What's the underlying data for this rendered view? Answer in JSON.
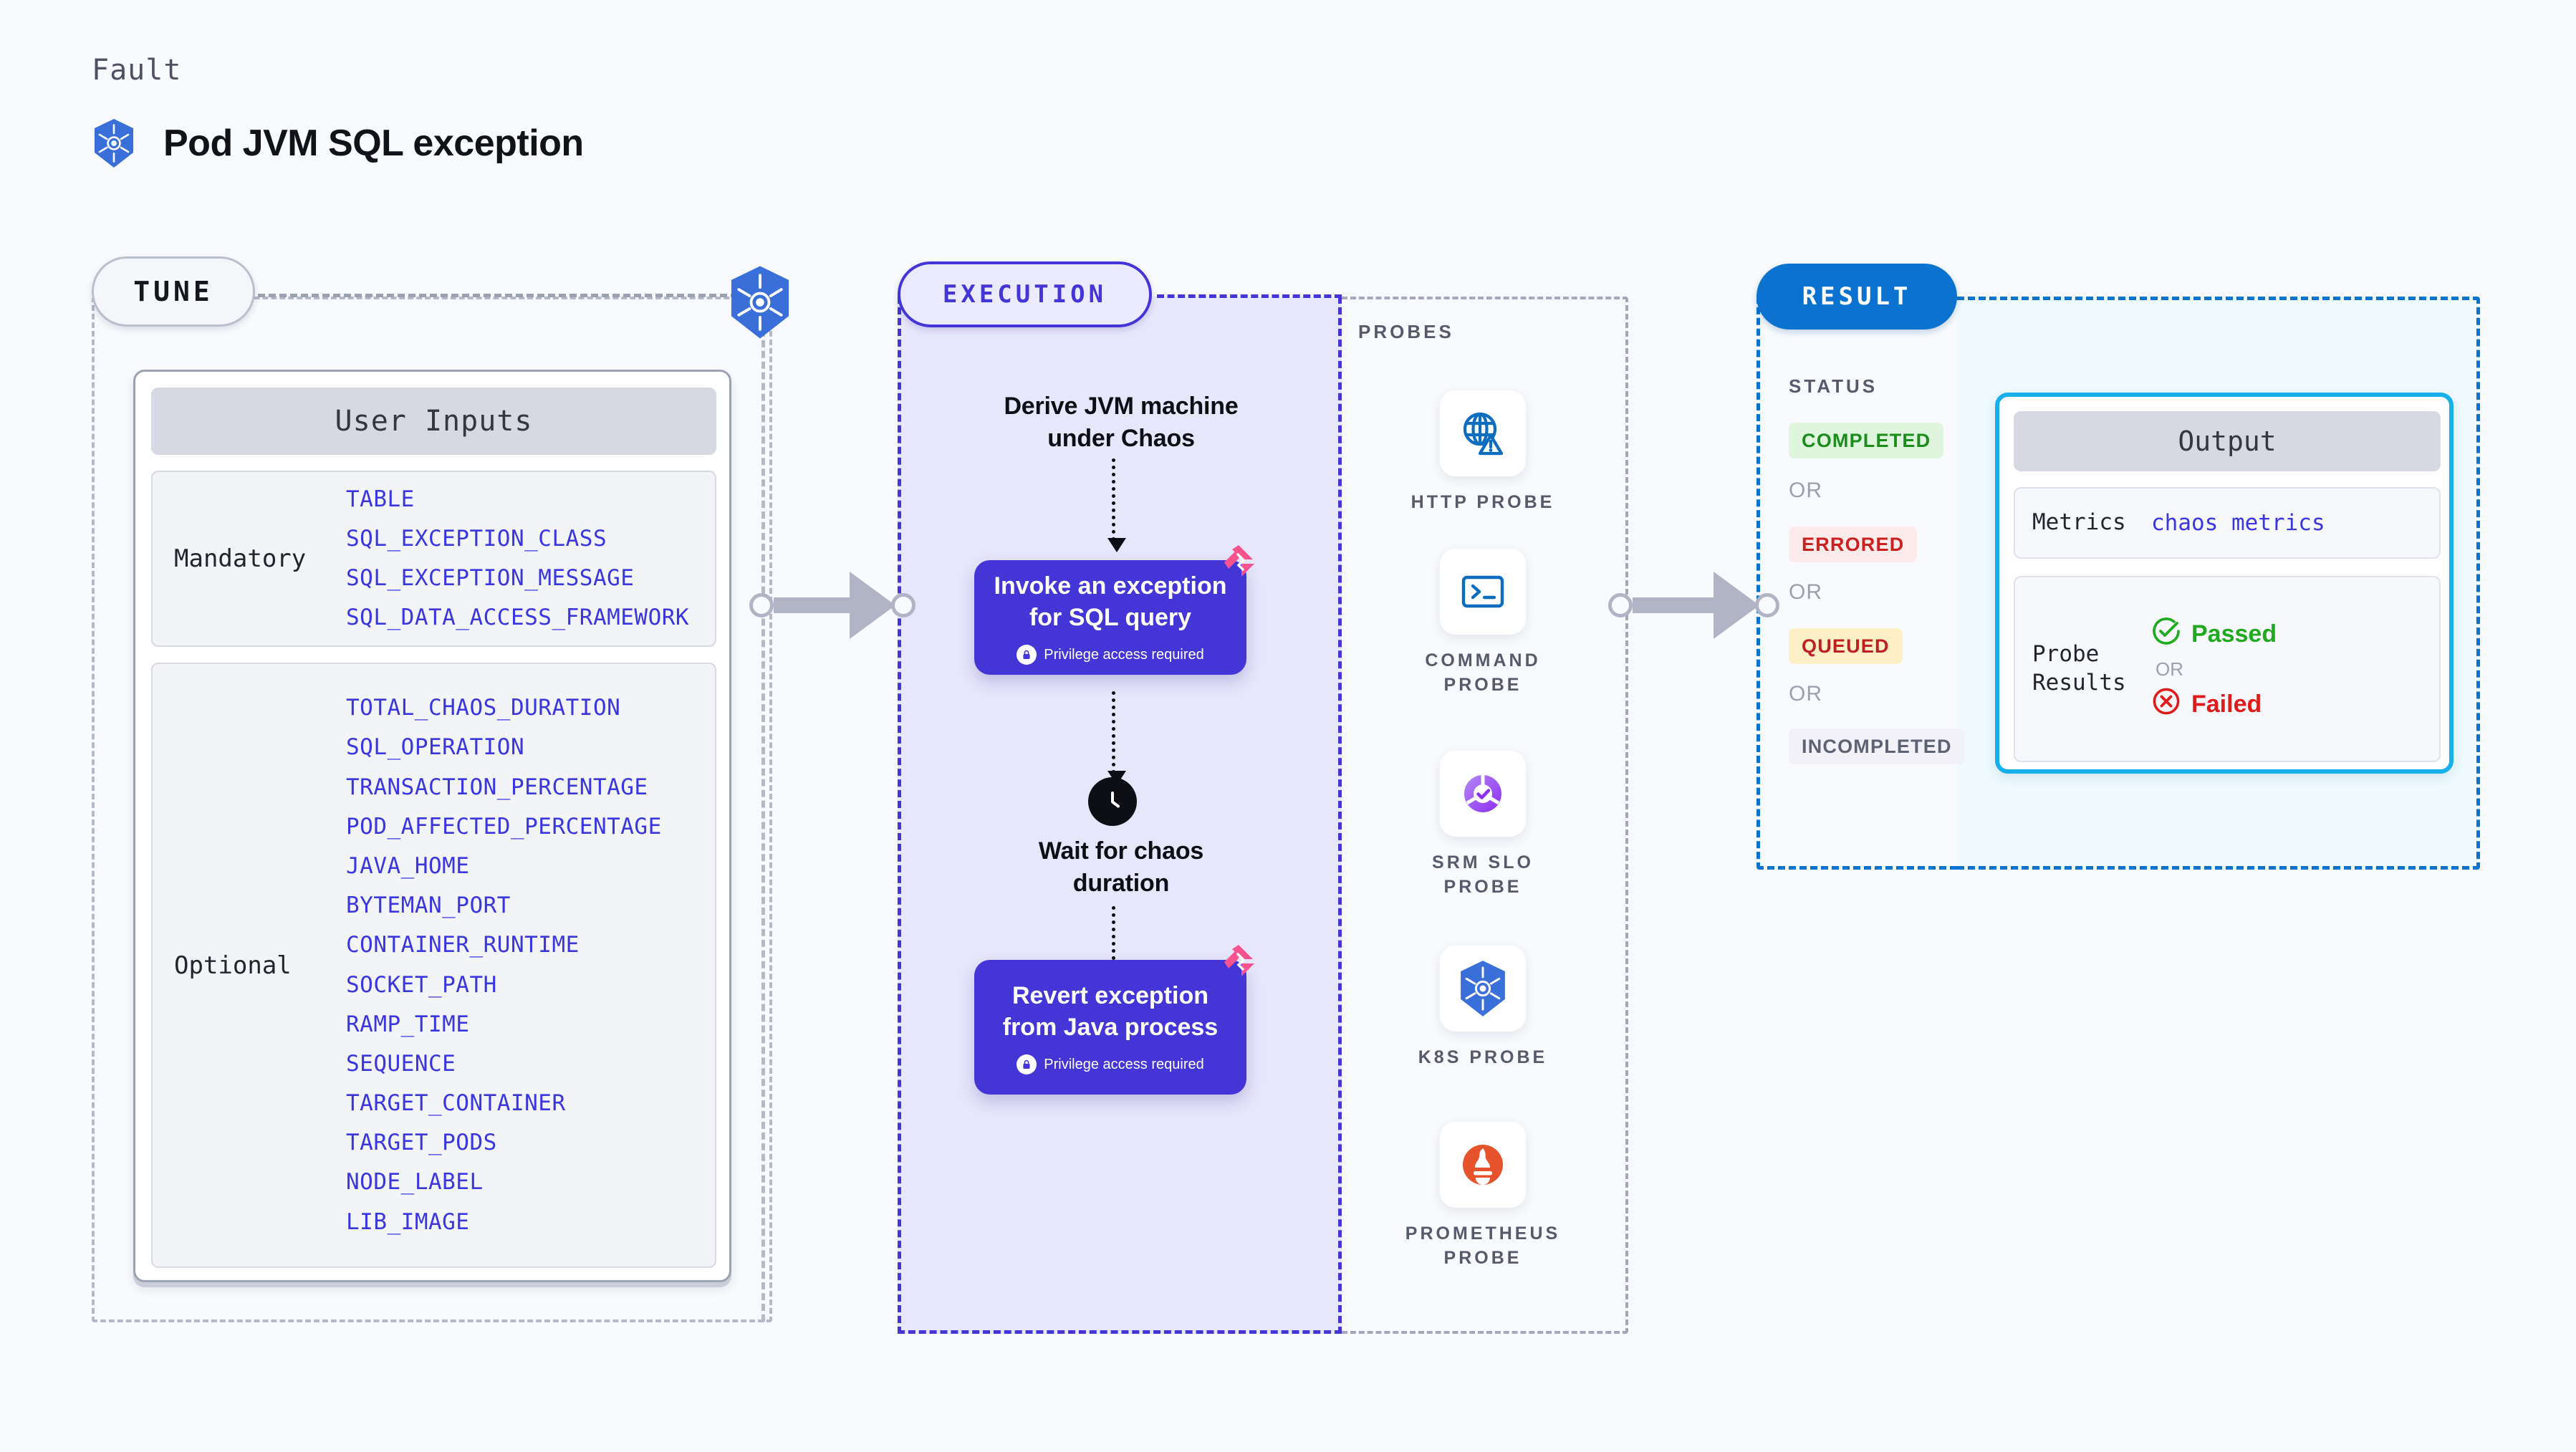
{
  "header": {
    "kicker": "Fault",
    "title": "Pod JVM SQL exception",
    "icon": "kubernetes-icon"
  },
  "tune": {
    "pill_label": "TUNE",
    "icon": "kubernetes-icon",
    "card_title": "User Inputs",
    "groups": [
      {
        "category": "Mandatory",
        "params": [
          "TABLE",
          "SQL_EXCEPTION_CLASS",
          "SQL_EXCEPTION_MESSAGE",
          "SQL_DATA_ACCESS_FRAMEWORK"
        ]
      },
      {
        "category": "Optional",
        "params": [
          "TOTAL_CHAOS_DURATION",
          "SQL_OPERATION",
          "TRANSACTION_PERCENTAGE",
          "POD_AFFECTED_PERCENTAGE",
          "JAVA_HOME",
          "BYTEMAN_PORT",
          "CONTAINER_RUNTIME",
          "SOCKET_PATH",
          "RAMP_TIME",
          "SEQUENCE",
          "TARGET_CONTAINER",
          "TARGET_PODS",
          "NODE_LABEL",
          "LIB_IMAGE"
        ]
      }
    ]
  },
  "execution": {
    "pill_label": "EXECUTION",
    "steps": [
      {
        "type": "text",
        "label": "Derive JVM machine\nunder Chaos"
      },
      {
        "type": "action",
        "label": "Invoke an exception\nfor SQL query",
        "note": "Privilege access required",
        "badge": "litmus-icon",
        "note_icon": "lock-icon"
      },
      {
        "type": "wait",
        "label": "Wait for chaos\nduration",
        "icon": "clock-icon"
      },
      {
        "type": "action",
        "label": "Revert exception\nfrom Java process",
        "note": "Privilege access required",
        "badge": "litmus-icon",
        "note_icon": "lock-icon"
      }
    ]
  },
  "probes": {
    "section_label": "PROBES",
    "items": [
      {
        "label": "HTTP PROBE",
        "icon": "globe-warning-icon"
      },
      {
        "label": "COMMAND PROBE",
        "icon": "terminal-icon"
      },
      {
        "label": "SRM SLO PROBE",
        "icon": "slo-donut-check-icon"
      },
      {
        "label": "K8S PROBE",
        "icon": "kubernetes-icon"
      },
      {
        "label": "PROMETHEUS PROBE",
        "icon": "prometheus-icon"
      }
    ]
  },
  "result": {
    "pill_label": "RESULT",
    "status_label": "STATUS",
    "or_label": "OR",
    "statuses": [
      {
        "label": "COMPLETED",
        "color": "#1c8c1c",
        "bg": "#dff5de"
      },
      {
        "label": "ERRORED",
        "color": "#cc2020",
        "bg": "#fdeaea"
      },
      {
        "label": "QUEUED",
        "color": "#c01f1f",
        "bg": "#fdf0c7"
      },
      {
        "label": "INCOMPLETED",
        "color": "#5d6375",
        "bg": "#f1f1f7"
      }
    ],
    "output": {
      "title": "Output",
      "metrics_key": "Metrics",
      "metrics_value": "chaos metrics",
      "probe_results_key": "Probe\nResults",
      "passed_label": "Passed",
      "failed_label": "Failed",
      "or_label": "OR",
      "passed_icon": "check-circle-icon",
      "failed_icon": "x-circle-icon",
      "passed_color": "#1faa1f",
      "failed_color": "#e01b1b"
    }
  },
  "colors": {
    "background": "#f8fafd",
    "accent_purple": "#4436d6",
    "accent_blue": "#0b73cf",
    "accent_cyan": "#17b0ea",
    "param_blue": "#3a36e0",
    "litmus_pink": "#f9538f"
  }
}
